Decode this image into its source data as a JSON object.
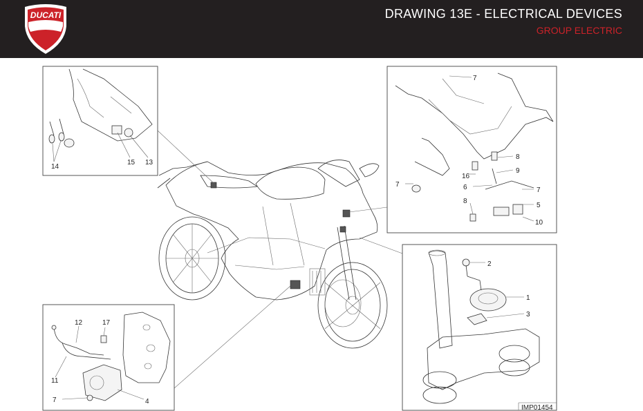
{
  "header": {
    "logo_text": "DUCATI",
    "title": "DRAWING 13E - ELECTRICAL DEVICES",
    "subtitle": "GROUP ELECTRIC",
    "brand_red": "#cc2229",
    "bar_color": "#231f20"
  },
  "drawing": {
    "image_code": "IMP01454",
    "callouts": {
      "top_left": [
        "14",
        "15",
        "13"
      ],
      "top_right": [
        "7",
        "8",
        "16",
        "9",
        "7",
        "6",
        "7",
        "8",
        "5",
        "10"
      ],
      "bottom_right": [
        "2",
        "1",
        "3"
      ],
      "bottom_left": [
        "12",
        "17",
        "11",
        "7",
        "4"
      ]
    }
  }
}
